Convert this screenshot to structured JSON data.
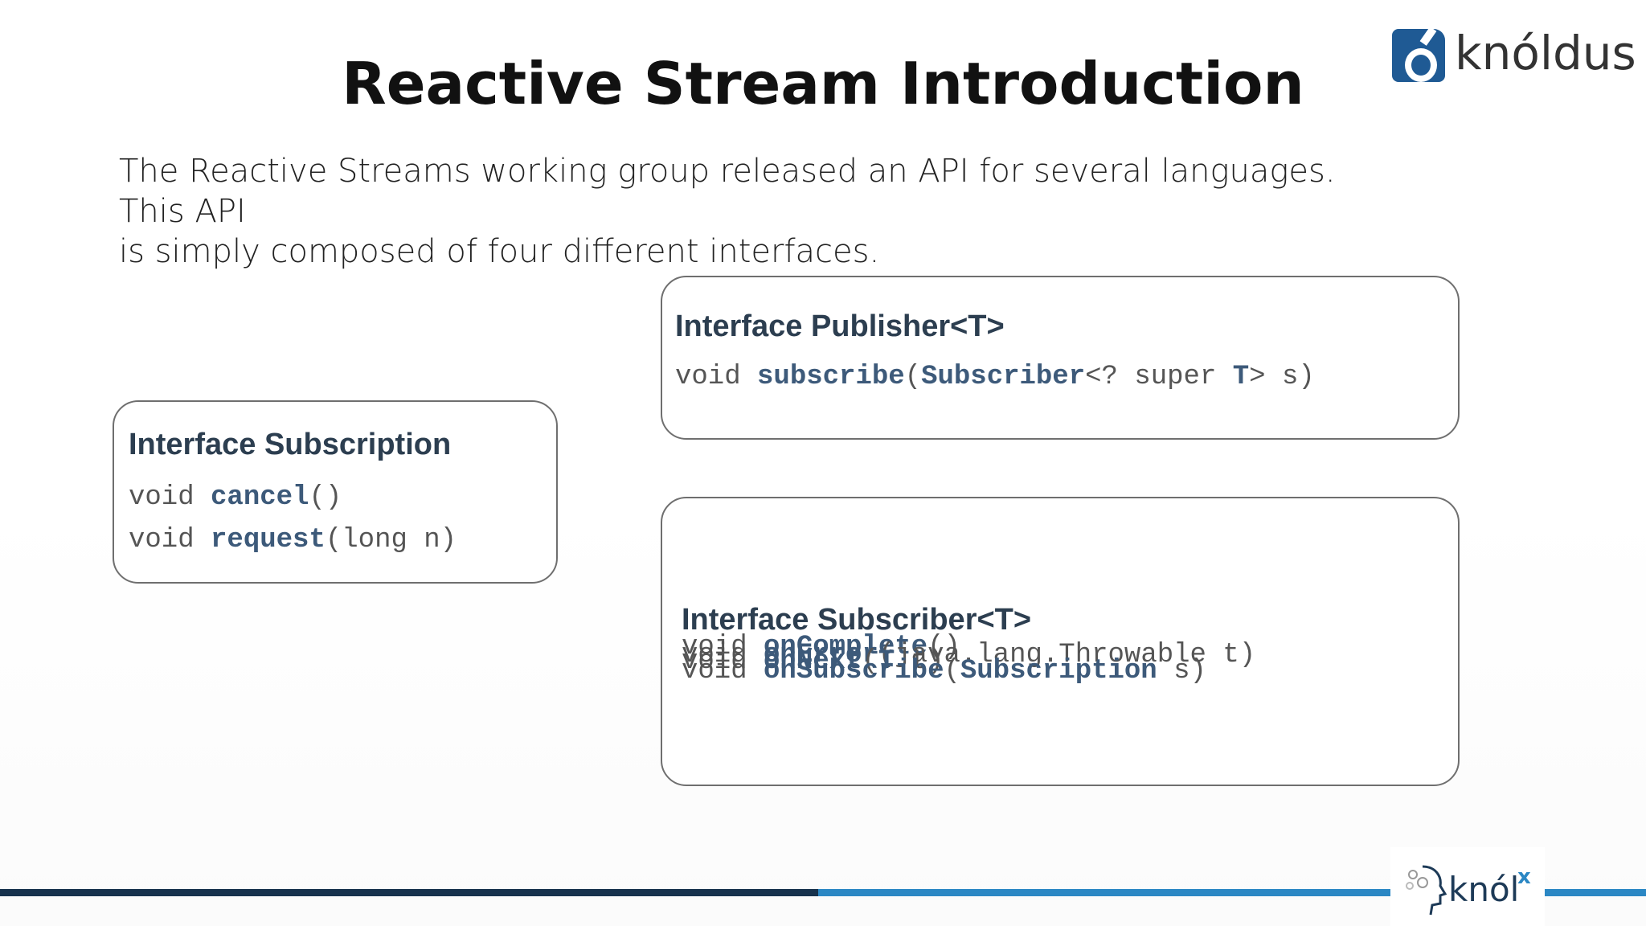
{
  "slide": {
    "title": "Reactive Stream Introduction",
    "intro_line1": "The Reactive Streams working group released an API for several languages. This API",
    "intro_line2": "is simply composed of four different interfaces."
  },
  "brand": {
    "logo_text": "knóldus",
    "footer_logo_text": "knól",
    "footer_logo_sup": "x",
    "colors": {
      "primary": "#1f5a94",
      "bar_dark": "#17324d",
      "bar_light": "#2b87c4"
    }
  },
  "subscription": {
    "title": "Interface Subscription",
    "line1": {
      "kw": "void ",
      "fn": "cancel",
      "rest": "()"
    },
    "line2": {
      "kw": "void ",
      "fn": "request",
      "rest": "(long n)"
    }
  },
  "publisher": {
    "title": "Interface Publisher<T>",
    "line1": {
      "kw": "void ",
      "fn": "subscribe",
      "p1": "(",
      "ty1": "Subscriber",
      "p2": "<? super ",
      "ty2": "T",
      "p3": "> s)"
    }
  },
  "subscriber": {
    "title": "Interface Subscriber<T>",
    "line1": {
      "kw": "void ",
      "fn": "onComplete",
      "rest": "()"
    },
    "line2": {
      "kw": "void ",
      "fn": "onError",
      "rest": "(java.lang.Throwable t)"
    },
    "line3": {
      "kw": "void ",
      "fn": "onNext",
      "p1": "(",
      "ty": "T",
      "rest": " t)"
    },
    "line4": {
      "kw": "void ",
      "fn": "onSubscribe",
      "p1": "(",
      "ty": "Subscription",
      "rest": " s)"
    }
  }
}
